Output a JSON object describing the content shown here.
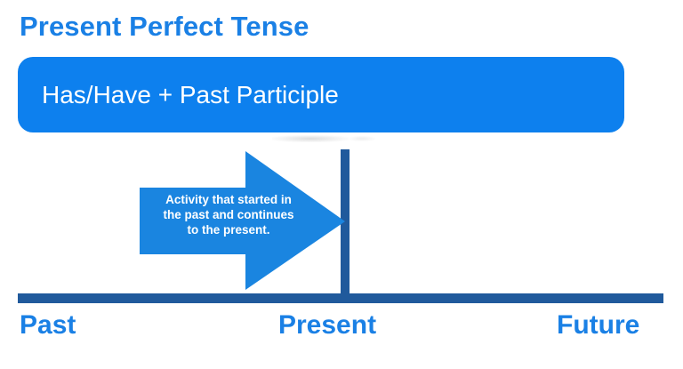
{
  "title": "Present Perfect Tense",
  "formula": {
    "text": "Has/Have + Past Participle"
  },
  "arrow": {
    "label_lines": [
      "Activity that started in",
      "the past and continues",
      "to the present."
    ],
    "direction": "right"
  },
  "timeline": {
    "labels": {
      "past": "Past",
      "present": "Present",
      "future": "Future"
    }
  },
  "colors": {
    "title_blue": "#1a80e5",
    "banner_blue": "#0d80ee",
    "arrow_blue": "#1a85e0",
    "axis_dark_blue": "#205a9c",
    "text_white": "#ffffff",
    "background": "#ffffff"
  }
}
